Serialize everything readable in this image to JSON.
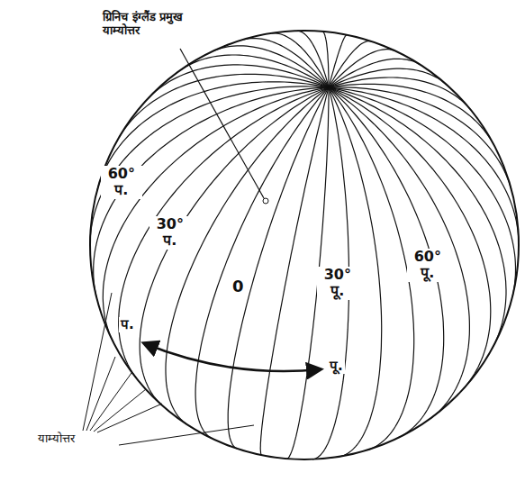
{
  "diagram": {
    "labels": [
      "ग्रिनिच इंग्लैंड प्रमुख याम्योत्तर",
      "60° प.",
      "30° प.",
      "0",
      "30° पू.",
      "60° पू.",
      "प.",
      "पू.",
      "याम्योत्तर"
    ]
  }
}
